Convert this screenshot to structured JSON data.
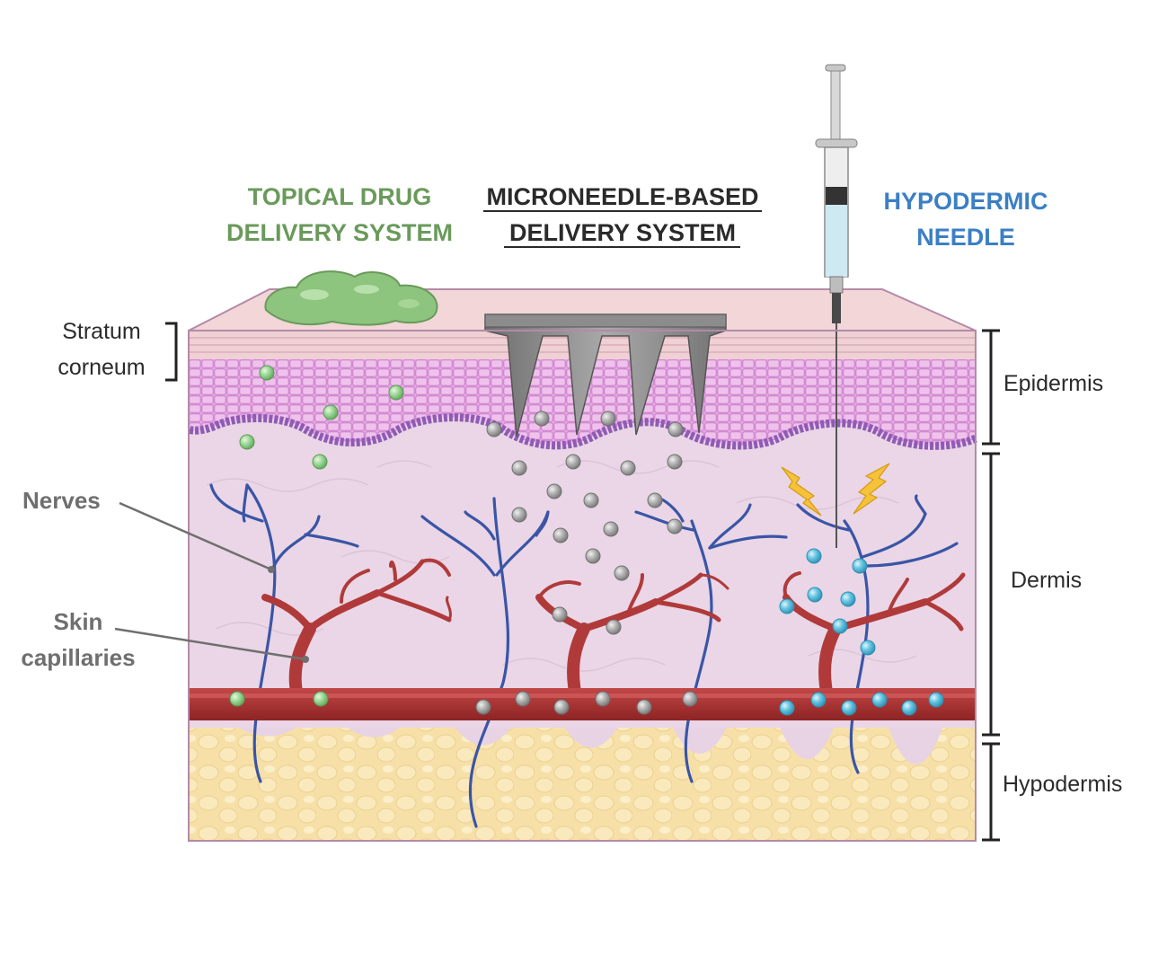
{
  "titles": {
    "topical": [
      "TOPICAL DRUG",
      "DELIVERY SYSTEM"
    ],
    "microneedle": [
      "MICRONEEDLE-BASED",
      "DELIVERY SYSTEM"
    ],
    "hypodermic": [
      "HYPODERMIC",
      "NEEDLE"
    ]
  },
  "layers": {
    "stratum_corneum": [
      "Stratum",
      "corneum"
    ],
    "epidermis": "Epidermis",
    "dermis": "Dermis",
    "hypodermis": "Hypodermis"
  },
  "structures": {
    "nerves": "Nerves",
    "capillaries": [
      "Skin",
      "capillaries"
    ]
  },
  "colors": {
    "topical": "#6a9a5b",
    "microneedle": "#2a2a2a",
    "hypodermic": "#3b7fc4",
    "nerve": "#3a55a6",
    "vessel": "#b03a3a",
    "drug_green": "#8fd08a",
    "drug_grey": "#a8a8a8",
    "drug_blue": "#5bc0de",
    "dermis": "#ead6e6",
    "epidermis_cells": "#c77ac8",
    "hypodermis": "#f4dca0",
    "stratum": "#eecdd2"
  }
}
